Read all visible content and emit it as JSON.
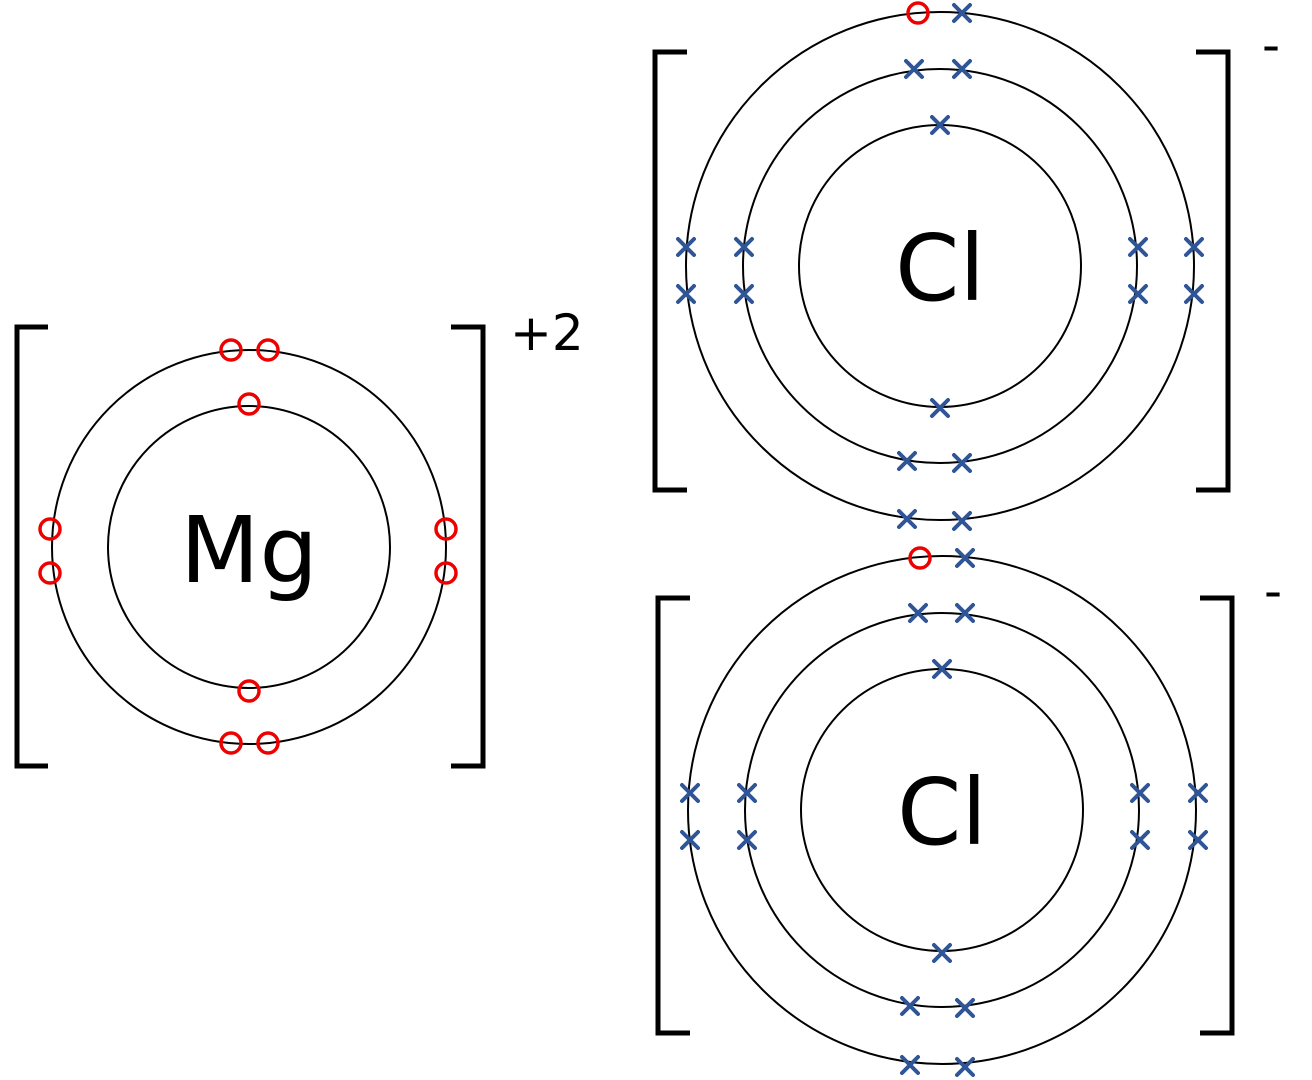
{
  "magnesium": {
    "symbol": "Mg",
    "charge": "+2",
    "electron_color": "#ee0000",
    "electron_marker": "circle"
  },
  "chlorine_top": {
    "symbol": "Cl",
    "charge": "-",
    "electron_color": "#2f5597",
    "electron_marker": "cross",
    "transferred_electron_marker": "circle"
  },
  "chlorine_bottom": {
    "symbol": "Cl",
    "charge": "-",
    "electron_color": "#2f5597",
    "electron_marker": "cross",
    "transferred_electron_marker": "circle"
  }
}
